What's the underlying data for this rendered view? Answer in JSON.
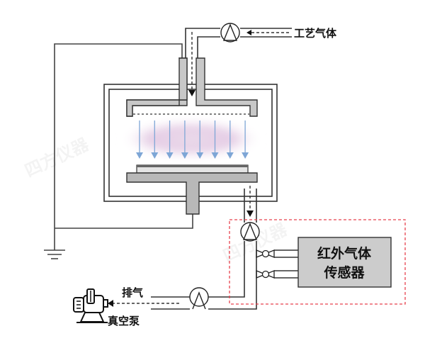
{
  "title": "Process chamber with infrared gas sensor exhaust monitoring",
  "labels": {
    "process_gas": "工艺气体",
    "exhaust": "排气",
    "vacuum_pump": "真空泵",
    "sensor_line1": "红外气体",
    "sensor_line2": "传感器"
  },
  "watermark": "四方仪器",
  "colors": {
    "line": "#333333",
    "part_fill": "#c8c8c8",
    "sensor_fill": "#cccccc",
    "flow_arrow": "#7ea6d6",
    "plasma": "#d9b3d9",
    "highlight_box": "#e8414d"
  },
  "icons": [
    "gas-pump-icon",
    "sampling-pump-icon",
    "valve-icon",
    "vacuum-pump-icon",
    "ground-icon",
    "flow-arrow-icon"
  ]
}
